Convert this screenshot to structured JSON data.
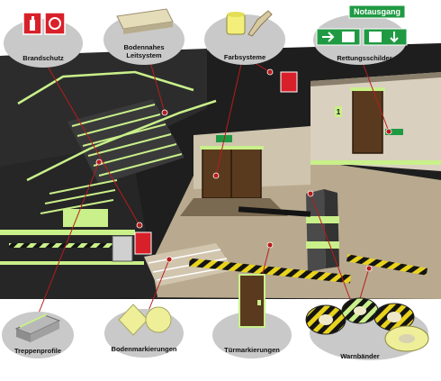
{
  "labels": {
    "top": [
      "Brandschutz",
      "Bodennahes",
      "Leitsystem",
      "Farbsysteme",
      "Rettungsschilder"
    ],
    "bottom": [
      "Treppenprofile",
      "Bodenmarkierungen",
      "Türmarkierungen",
      "Warnbänder"
    ]
  },
  "signs": {
    "notausgang": "Notausgang",
    "floor_number": "1"
  },
  "colors": {
    "glow": "#c9f08a",
    "wall_dark": "#262626",
    "floor_lit": "#b9aa8f",
    "callout_disc": "#c9c9c9",
    "line": "#b81c1c",
    "door": "#5a3a1e",
    "fire_red": "#d8202a",
    "exit_green": "#1f9a43",
    "hazard_yellow": "#e8d21c"
  }
}
